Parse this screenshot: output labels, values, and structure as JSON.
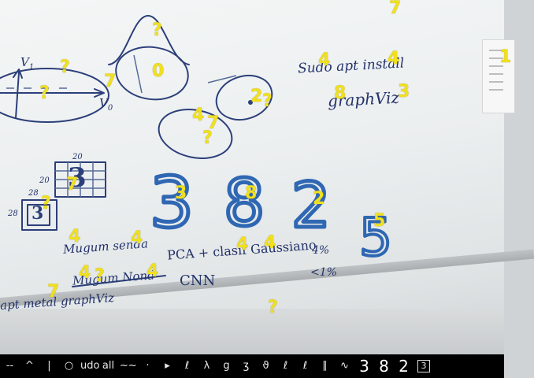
{
  "whiteboard": {
    "texts": {
      "v1": "V",
      "v1_sub": "1",
      "v0": "V",
      "v0_sub": "0",
      "sudo": "Sudo apt install",
      "graphviz_top": "graphViz",
      "grid_20_top": "20",
      "grid_20_side": "20",
      "grid_28_top": "28",
      "grid_28_side": "28",
      "grid_digit_large": "3",
      "grid_digit_small": "3",
      "digit_3": "3",
      "digit_8": "8",
      "digit_2": "2",
      "digit_5": "5",
      "mugum_senda": "Mugum senda",
      "pca": "PCA + clasif Gaussiano",
      "pct_1": "4%",
      "pct_2": "<1%",
      "mugum_nond": "Mugum Nond",
      "cnn": "CNN",
      "apt_graphviz": "apt metal graphViz"
    },
    "labels": [
      {
        "id": "l01",
        "text": "7"
      },
      {
        "id": "l02",
        "text": "?"
      },
      {
        "id": "l03",
        "text": "?"
      },
      {
        "id": "l04",
        "text": "7"
      },
      {
        "id": "l05",
        "text": "?"
      },
      {
        "id": "l06",
        "text": "0"
      },
      {
        "id": "l07",
        "text": "4"
      },
      {
        "id": "l08",
        "text": "4"
      },
      {
        "id": "l09",
        "text": "8"
      },
      {
        "id": "l10",
        "text": "3"
      },
      {
        "id": "l11",
        "text": "2"
      },
      {
        "id": "l12",
        "text": "?"
      },
      {
        "id": "l13",
        "text": "4"
      },
      {
        "id": "l14",
        "text": "7"
      },
      {
        "id": "l15",
        "text": "?"
      },
      {
        "id": "l16",
        "text": "7"
      },
      {
        "id": "l17",
        "text": "?"
      },
      {
        "id": "l18",
        "text": "3"
      },
      {
        "id": "l19",
        "text": "8"
      },
      {
        "id": "l20",
        "text": "2"
      },
      {
        "id": "l21",
        "text": "5"
      },
      {
        "id": "l22",
        "text": "4"
      },
      {
        "id": "l23",
        "text": "4"
      },
      {
        "id": "l24",
        "text": "4"
      },
      {
        "id": "l25",
        "text": "4"
      },
      {
        "id": "l26",
        "text": "4"
      },
      {
        "id": "l27",
        "text": "?"
      },
      {
        "id": "l28",
        "text": "4"
      },
      {
        "id": "l29",
        "text": "7"
      },
      {
        "id": "l30",
        "text": "?"
      },
      {
        "id": "l31",
        "text": "1"
      }
    ]
  },
  "strip": {
    "tiles": [
      "--",
      "^",
      "|",
      "○",
      "udo",
      "all",
      "~~",
      "·",
      "▸",
      "ℓ",
      "λ",
      "g",
      "ʒ",
      "ϑ",
      "ℓ",
      "ℓ",
      "∥",
      "∿",
      "3",
      "8",
      "2",
      "3"
    ]
  }
}
